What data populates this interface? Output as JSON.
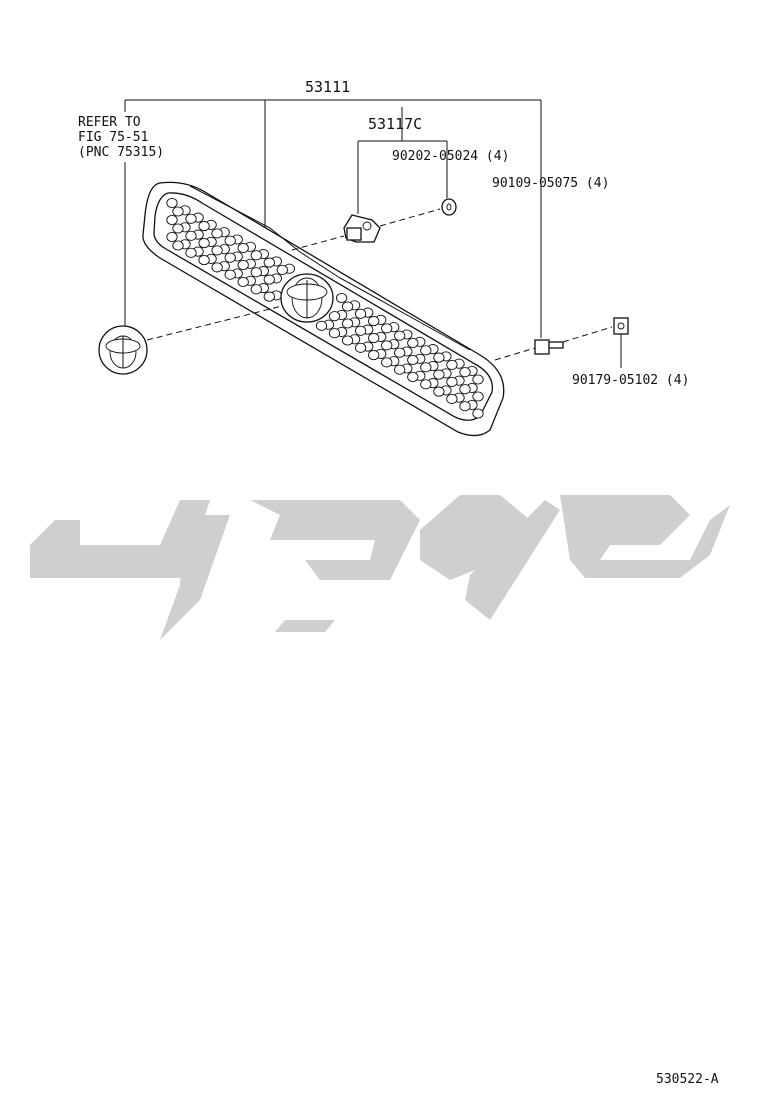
{
  "parts": {
    "grille_assembly": "53111",
    "bracket": "53117C",
    "bracket_nut": "90202-05024 (4)",
    "screw": "90109-05075 (4)",
    "clip_nut": "90179-05102 (4)"
  },
  "reference": {
    "line1": "REFER TO",
    "line2": "FIG 75-51",
    "line3": "(PNC 75315)"
  },
  "figure_code": "530522-A",
  "watermark_color": "#cfcfcf"
}
